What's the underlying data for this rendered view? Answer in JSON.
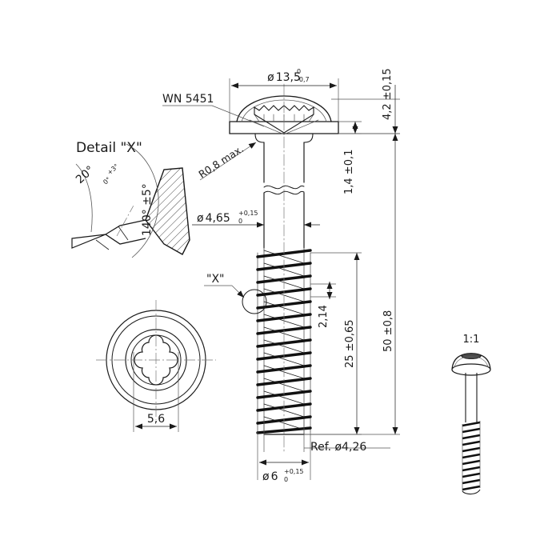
{
  "drawing": {
    "standard_label": "WN 5451",
    "detail_title": "Detail \"X\"",
    "detail_callout": "\"X\"",
    "scale_label": "1:1"
  },
  "dimensions": {
    "head_diameter": "13,5",
    "head_diameter_tol_upper": "0",
    "head_diameter_tol_lower": "-0,7",
    "head_height": "4,2 ±0,15",
    "flange_thickness": "1,4 ±0,1",
    "head_radius": "R0,8 max.",
    "shank_diameter": "4,65",
    "shank_diameter_tol_upper": "+0,15",
    "shank_diameter_tol_lower": "0",
    "thread_pitch": "2,14",
    "thread_length": "25 ±0,65",
    "total_length": "50 ±0,8",
    "core_diameter_ref": "Ref. ø4,26",
    "thread_diameter": "6",
    "thread_diameter_tol_upper": "+0,15",
    "thread_diameter_tol_lower": "0",
    "drive_size": "5,6",
    "detail_angle_flank": "20°",
    "detail_angle_flank_tol_upper": "+3°",
    "detail_angle_flank_tol_lower": "0°",
    "detail_angle_included": "140° ±5°"
  },
  "symbols": {
    "diameter": "ø"
  },
  "colors": {
    "line": "#1a1a1a",
    "thin": "#555555",
    "center": "#777777"
  }
}
